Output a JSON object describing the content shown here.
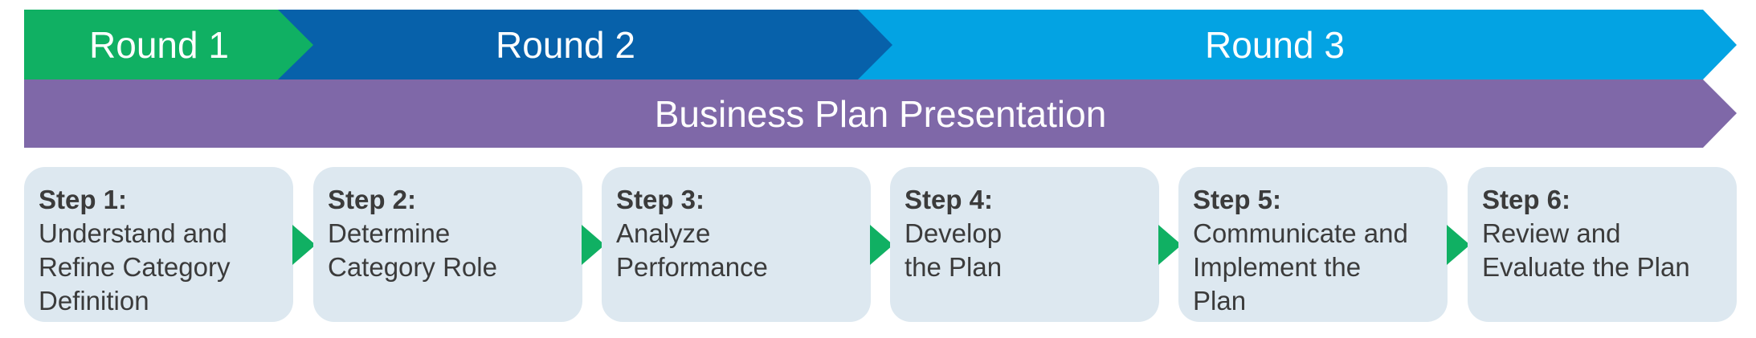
{
  "rounds": [
    {
      "label": "Round 1",
      "color": "#10b063"
    },
    {
      "label": "Round 2",
      "color": "#0761aa"
    },
    {
      "label": "Round 3",
      "color": "#03a3e3"
    }
  ],
  "presentation": {
    "label": "Business Plan Presentation",
    "color": "#7f68a8"
  },
  "steps": [
    {
      "title": "Step 1:",
      "lines": [
        "Understand and",
        "Refine Category",
        "Definition"
      ]
    },
    {
      "title": "Step 2:",
      "lines": [
        "Determine",
        "Category Role"
      ]
    },
    {
      "title": "Step 3:",
      "lines": [
        "Analyze",
        "Performance"
      ]
    },
    {
      "title": "Step 4:",
      "lines": [
        "Develop",
        "the Plan"
      ]
    },
    {
      "title": "Step 5:",
      "lines": [
        "Communicate and",
        "Implement the",
        "Plan"
      ]
    },
    {
      "title": "Step 6:",
      "lines": [
        "Review and",
        "Evaluate the Plan"
      ]
    }
  ],
  "colors": {
    "step_box": "#dde8f0",
    "step_arrow": "#10b063",
    "step_text": "#3b3b3b"
  }
}
